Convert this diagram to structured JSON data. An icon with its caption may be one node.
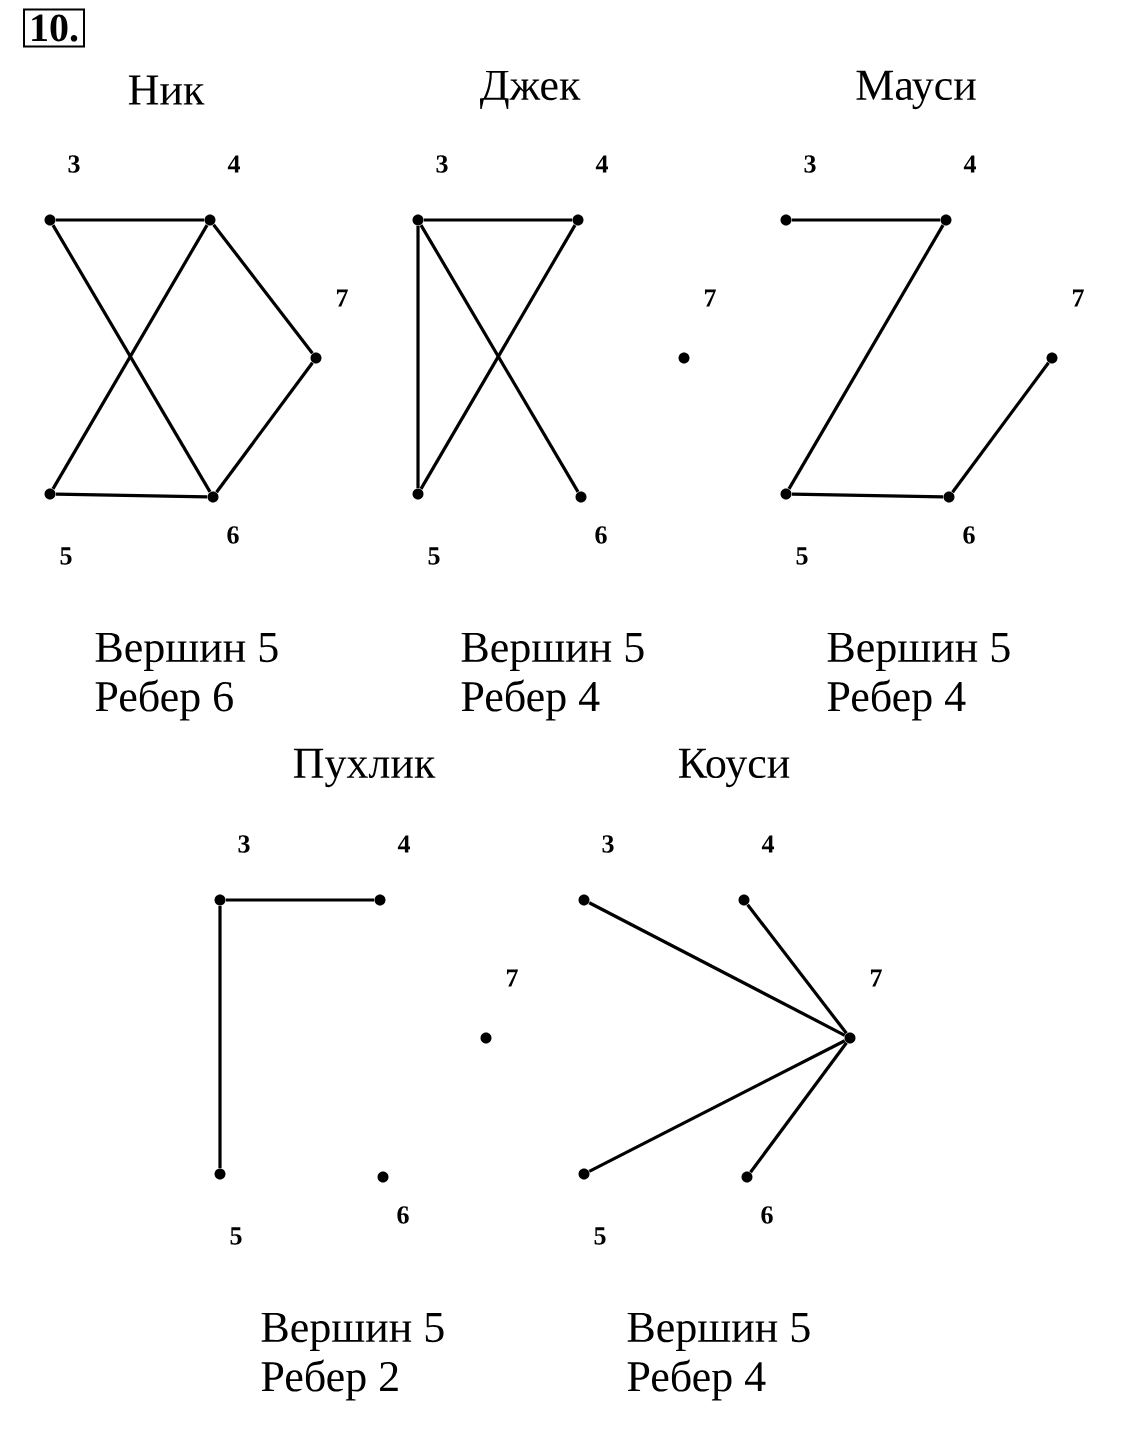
{
  "diagram": {
    "nodes": [
      {
        "text": [],
        "shape": "circle",
        "beside": [
          "3"
        ]
      },
      {
        "text": [],
        "shape": "circle",
        "beside": [
          "4"
        ]
      },
      {
        "text": [],
        "shape": "circle",
        "beside": [
          "7"
        ]
      },
      {
        "text": [],
        "shape": "circle",
        "beside": [
          "5"
        ]
      },
      {
        "text": [],
        "shape": "circle",
        "beside": [
          "6"
        ]
      },
      {
        "text": [],
        "shape": "circle",
        "beside": [
          "3"
        ]
      },
      {
        "text": [],
        "shape": "circle",
        "beside": [
          "4"
        ]
      },
      {
        "text": [],
        "shape": "circle",
        "beside": [
          "7"
        ]
      },
      {
        "text": [],
        "shape": "circle",
        "beside": [
          "5"
        ]
      },
      {
        "text": [],
        "shape": "circle",
        "beside": [
          "6"
        ]
      },
      {
        "text": [],
        "shape": "circle",
        "beside": [
          "3"
        ]
      },
      {
        "text": [],
        "shape": "circle",
        "beside": [
          "4"
        ]
      },
      {
        "text": [],
        "shape": "circle",
        "beside": [
          "7"
        ]
      },
      {
        "text": [],
        "shape": "circle",
        "beside": [
          "5"
        ]
      },
      {
        "text": [],
        "shape": "circle",
        "beside": [
          "6"
        ]
      },
      {
        "text": [],
        "shape": "circle",
        "beside": [
          "3"
        ]
      },
      {
        "text": [],
        "shape": "circle",
        "beside": [
          "4"
        ]
      },
      {
        "text": [],
        "shape": "circle",
        "beside": [
          "7"
        ]
      },
      {
        "text": [],
        "shape": "circle",
        "beside": [
          "5"
        ]
      },
      {
        "text": [],
        "shape": "circle",
        "beside": [
          "6"
        ]
      },
      {
        "text": [],
        "shape": "circle",
        "beside": [
          "3"
        ]
      },
      {
        "text": [],
        "shape": "circle",
        "beside": [
          "4"
        ]
      },
      {
        "text": [],
        "shape": "circle",
        "beside": [
          "7"
        ]
      },
      {
        "text": [],
        "shape": "circle",
        "beside": [
          "5"
        ]
      },
      {
        "text": [],
        "shape": "circle",
        "beside": [
          "6"
        ]
      }
    ],
    "edges": [
      {
        "from": 0,
        "to": 1,
        "arrow": "none"
      },
      {
        "from": 0,
        "to": 4,
        "arrow": "none"
      },
      {
        "from": 1,
        "to": 3,
        "arrow": "none"
      },
      {
        "from": 1,
        "to": 2,
        "arrow": "none"
      },
      {
        "from": 3,
        "to": 4,
        "arrow": "none"
      },
      {
        "from": 2,
        "to": 4,
        "arrow": "none"
      },
      {
        "from": 5,
        "to": 6,
        "arrow": "none"
      },
      {
        "from": 5,
        "to": 8,
        "arrow": "none"
      },
      {
        "from": 5,
        "to": 9,
        "arrow": "none"
      },
      {
        "from": 6,
        "to": 8,
        "arrow": "none"
      },
      {
        "from": 10,
        "to": 11,
        "arrow": "none"
      },
      {
        "from": 11,
        "to": 13,
        "arrow": "none"
      },
      {
        "from": 13,
        "to": 14,
        "arrow": "none"
      },
      {
        "from": 14,
        "to": 12,
        "arrow": "none"
      },
      {
        "from": 15,
        "to": 16,
        "arrow": "none"
      },
      {
        "from": 15,
        "to": 18,
        "arrow": "none"
      },
      {
        "from": 20,
        "to": 22,
        "arrow": "none"
      },
      {
        "from": 21,
        "to": 22,
        "arrow": "none"
      },
      {
        "from": 23,
        "to": 22,
        "arrow": "none"
      },
      {
        "from": 24,
        "to": 22,
        "arrow": "none"
      }
    ],
    "labels": [
      "10.",
      "Ник",
      "Джек",
      "Мауси",
      "Вершин 5",
      "Вершин 5",
      "Вершин 5",
      "Ребер 6",
      "Ребер 4",
      "Ребер 4",
      "Пухлик",
      "Коуси",
      "Вершин 5",
      "Вершин 5",
      "Ребер 2",
      "Ребер 4"
    ]
  }
}
